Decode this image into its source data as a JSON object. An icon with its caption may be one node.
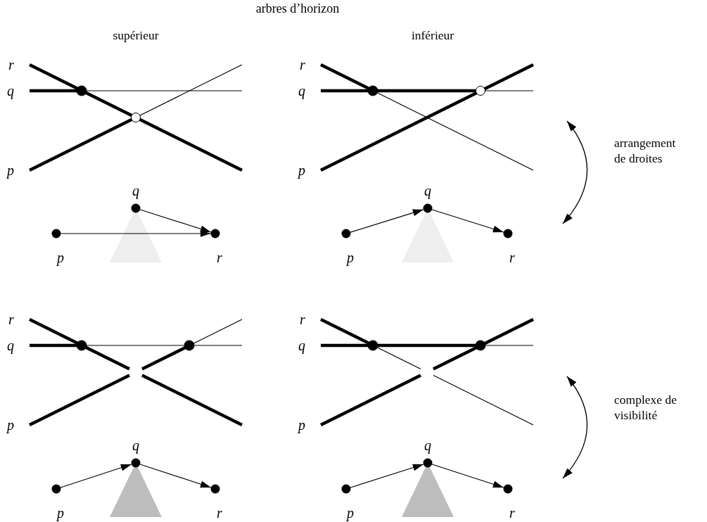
{
  "diagram": {
    "title": "arbres d’horizon",
    "nodes": [
      {
        "text": [],
        "shape": "circle",
        "beside": [
          "q"
        ]
      },
      {
        "text": [],
        "shape": "circle",
        "beside": [
          "p"
        ]
      },
      {
        "text": [],
        "shape": "circle",
        "beside": [
          "r"
        ]
      },
      {
        "text": [],
        "shape": "circle",
        "beside": [
          "q"
        ]
      },
      {
        "text": [],
        "shape": "circle",
        "beside": [
          "p"
        ]
      },
      {
        "text": [],
        "shape": "circle",
        "beside": [
          "r"
        ]
      },
      {
        "text": [],
        "shape": "circle",
        "beside": [
          "q"
        ]
      },
      {
        "text": [],
        "shape": "circle",
        "beside": [
          "p"
        ]
      },
      {
        "text": [],
        "shape": "circle",
        "beside": [
          "r"
        ]
      },
      {
        "text": [],
        "shape": "circle",
        "beside": [
          "q"
        ]
      },
      {
        "text": [],
        "shape": "circle",
        "beside": [
          "p"
        ]
      },
      {
        "text": [],
        "shape": "circle",
        "beside": [
          "r"
        ]
      }
    ],
    "edges": [
      {
        "from": 1,
        "to": 2,
        "arrow": "to"
      },
      {
        "from": 0,
        "to": 2,
        "arrow": "to"
      },
      {
        "from": 4,
        "to": 3,
        "arrow": "to"
      },
      {
        "from": 3,
        "to": 5,
        "arrow": "to"
      },
      {
        "from": 7,
        "to": 6,
        "arrow": "to"
      },
      {
        "from": 6,
        "to": 8,
        "arrow": "to"
      },
      {
        "from": 10,
        "to": 9,
        "arrow": "to"
      },
      {
        "from": 9,
        "to": 11,
        "arrow": "to"
      }
    ],
    "labels": [
      "supérieur",
      "inférieur",
      "r",
      "q",
      "p",
      "r",
      "q",
      "p",
      "arrangement de droites",
      "r",
      "q",
      "p",
      "r",
      "q",
      "p",
      "complexe de visibilité"
    ]
  }
}
